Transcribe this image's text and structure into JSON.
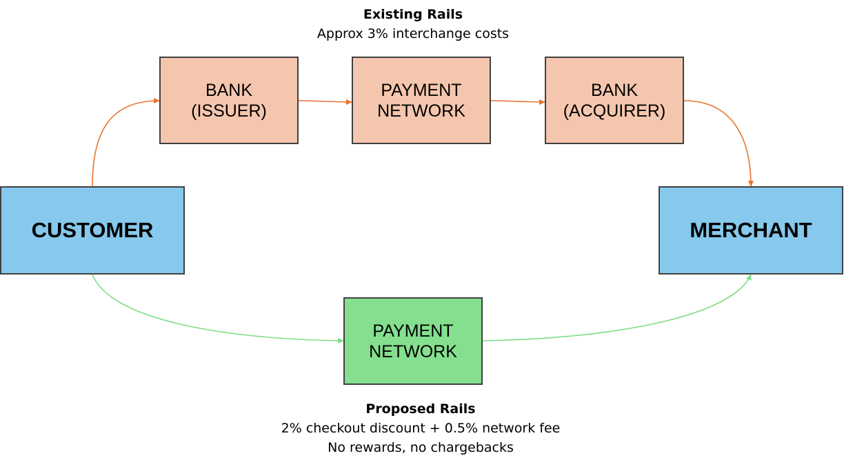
{
  "existing_rails": {
    "title": "Existing Rails",
    "subtitle": "Approx 3% interchange costs",
    "color": "#e8742f",
    "nodes": {
      "issuer": {
        "line1": "BANK",
        "line2": "(ISSUER)"
      },
      "network": {
        "line1": "PAYMENT",
        "line2": "NETWORK"
      },
      "acquirer": {
        "line1": "BANK",
        "line2": "(ACQUIRER)"
      }
    }
  },
  "endpoints": {
    "customer": "CUSTOMER",
    "merchant": "MERCHANT"
  },
  "proposed_rails": {
    "title": "Proposed Rails",
    "line1": "2% checkout discount + 0.5% network fee",
    "line2": "No rewards, no chargebacks",
    "color": "#7fdc86",
    "node": {
      "line1": "PAYMENT",
      "line2": "NETWORK"
    }
  },
  "colors": {
    "bank_fill": "#f5c6ae",
    "endpoint_fill": "#86c9ec",
    "proposed_fill": "#84e08e",
    "border": "#404040"
  }
}
